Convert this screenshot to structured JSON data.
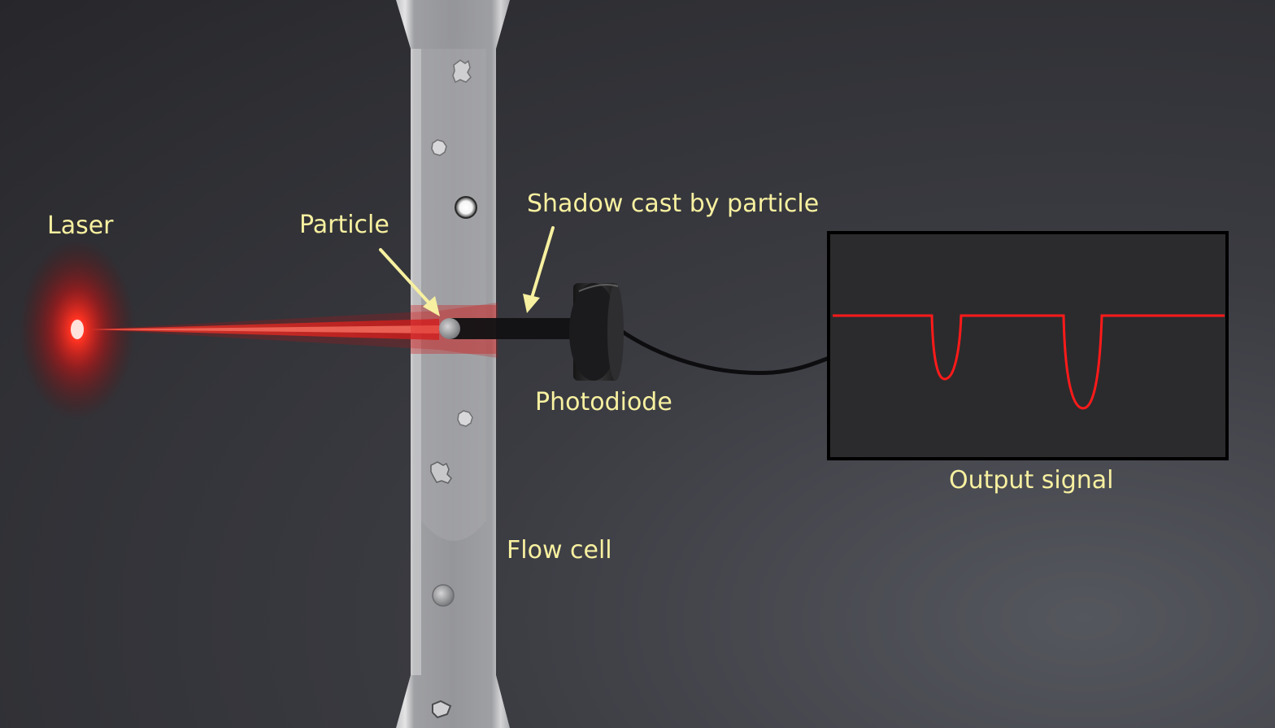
{
  "labels": {
    "laser": "Laser",
    "particle": "Particle",
    "shadow": "Shadow cast by particle",
    "photodiode": "Photodiode",
    "flow_cell": "Flow cell",
    "output_signal": "Output signal"
  },
  "colors": {
    "label_text": "#f7f0a0",
    "laser_beam": "#ff2a1a",
    "signal_trace": "#ff1a1a",
    "monitor_frame": "#000000",
    "monitor_screen": "#2b2b2d",
    "flow_cell_glass": "#9c9da0"
  },
  "icons": {
    "laser_source": "red-glow",
    "arrow_particle": "pointer-arrow",
    "arrow_shadow": "pointer-arrow",
    "photodiode": "cylindrical-sensor"
  }
}
